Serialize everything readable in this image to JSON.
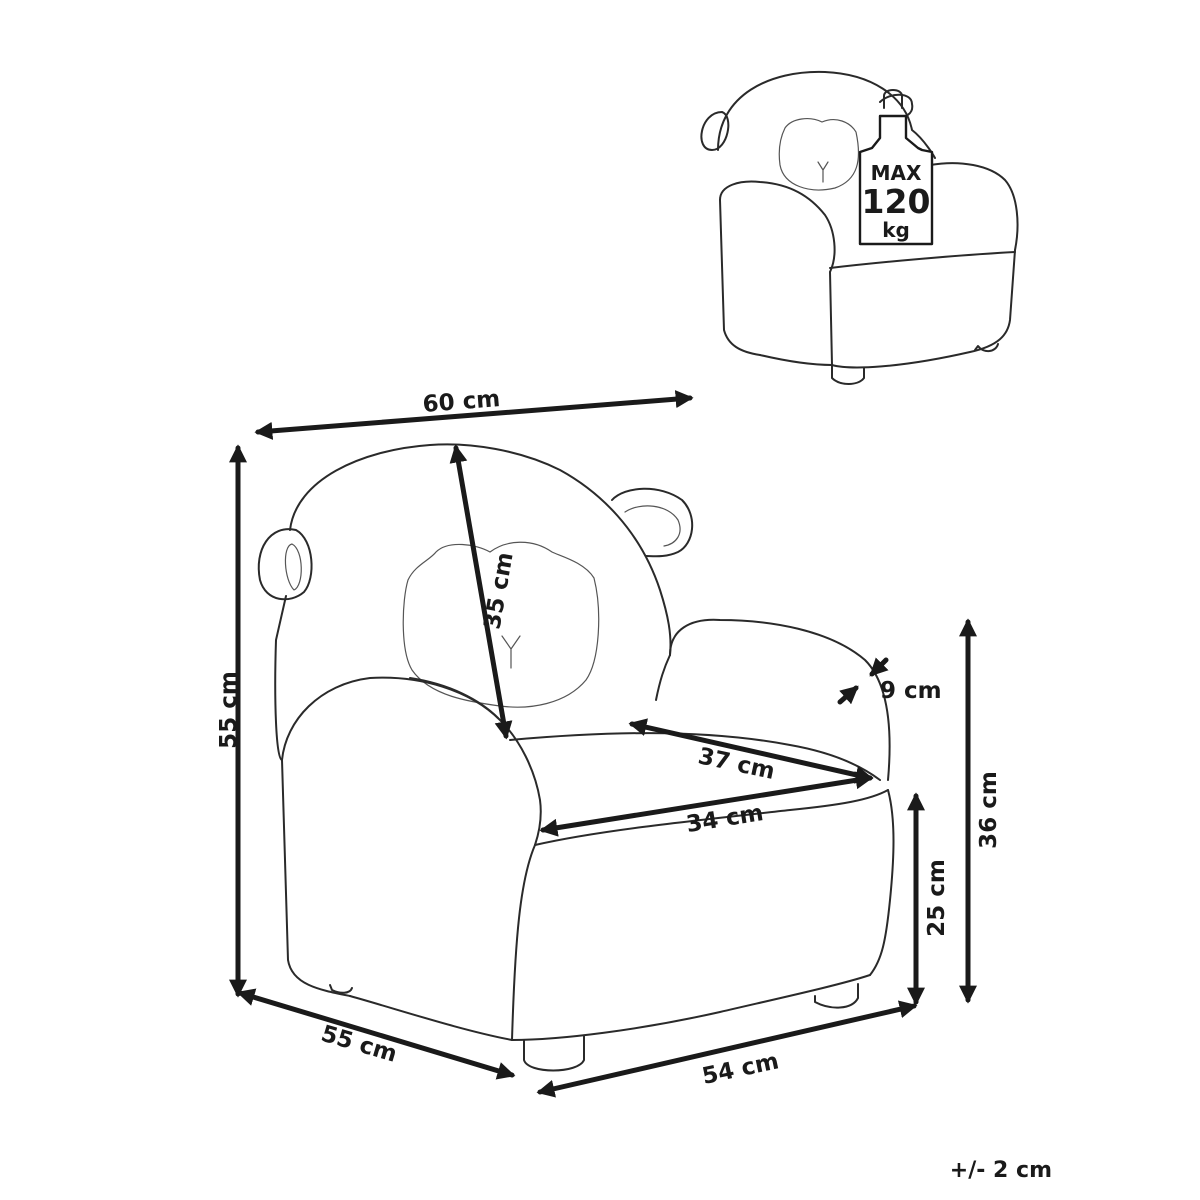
{
  "weight_badge": {
    "line1": "MAX",
    "line2": "120",
    "line3": "kg"
  },
  "dimensions": {
    "overall_width": "60 cm",
    "overall_height": "55 cm",
    "backrest_height": "35 cm",
    "armrest_thickness": "9 cm",
    "seat_depth": "37 cm",
    "seat_width": "34 cm",
    "armrest_height": "36 cm",
    "seat_height": "25 cm",
    "overall_depth": "55 cm",
    "base_width": "54 cm"
  },
  "tolerance": "+/- 2 cm"
}
